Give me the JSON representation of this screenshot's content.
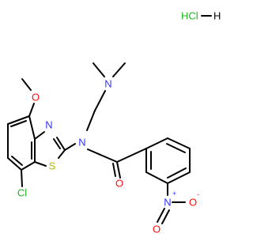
{
  "salt": "HCl",
  "salt_h": "H",
  "atoms": {
    "n_amine": "N",
    "n_amide": "N",
    "n_thiazole": "N",
    "s_thiazole": "S",
    "o_methoxy": "O",
    "o_carbonyl": "O",
    "cl": "Cl",
    "n_nitro": "N",
    "o_nitro_1": "O",
    "o_nitro_2": "O",
    "plus": "+",
    "minus": "-"
  },
  "colors": {
    "carbon": "#000000",
    "nitrogen": "#3333ff",
    "oxygen": "#ff0d0d",
    "sulfur": "#b2b200",
    "chlorine": "#1fb31f"
  }
}
